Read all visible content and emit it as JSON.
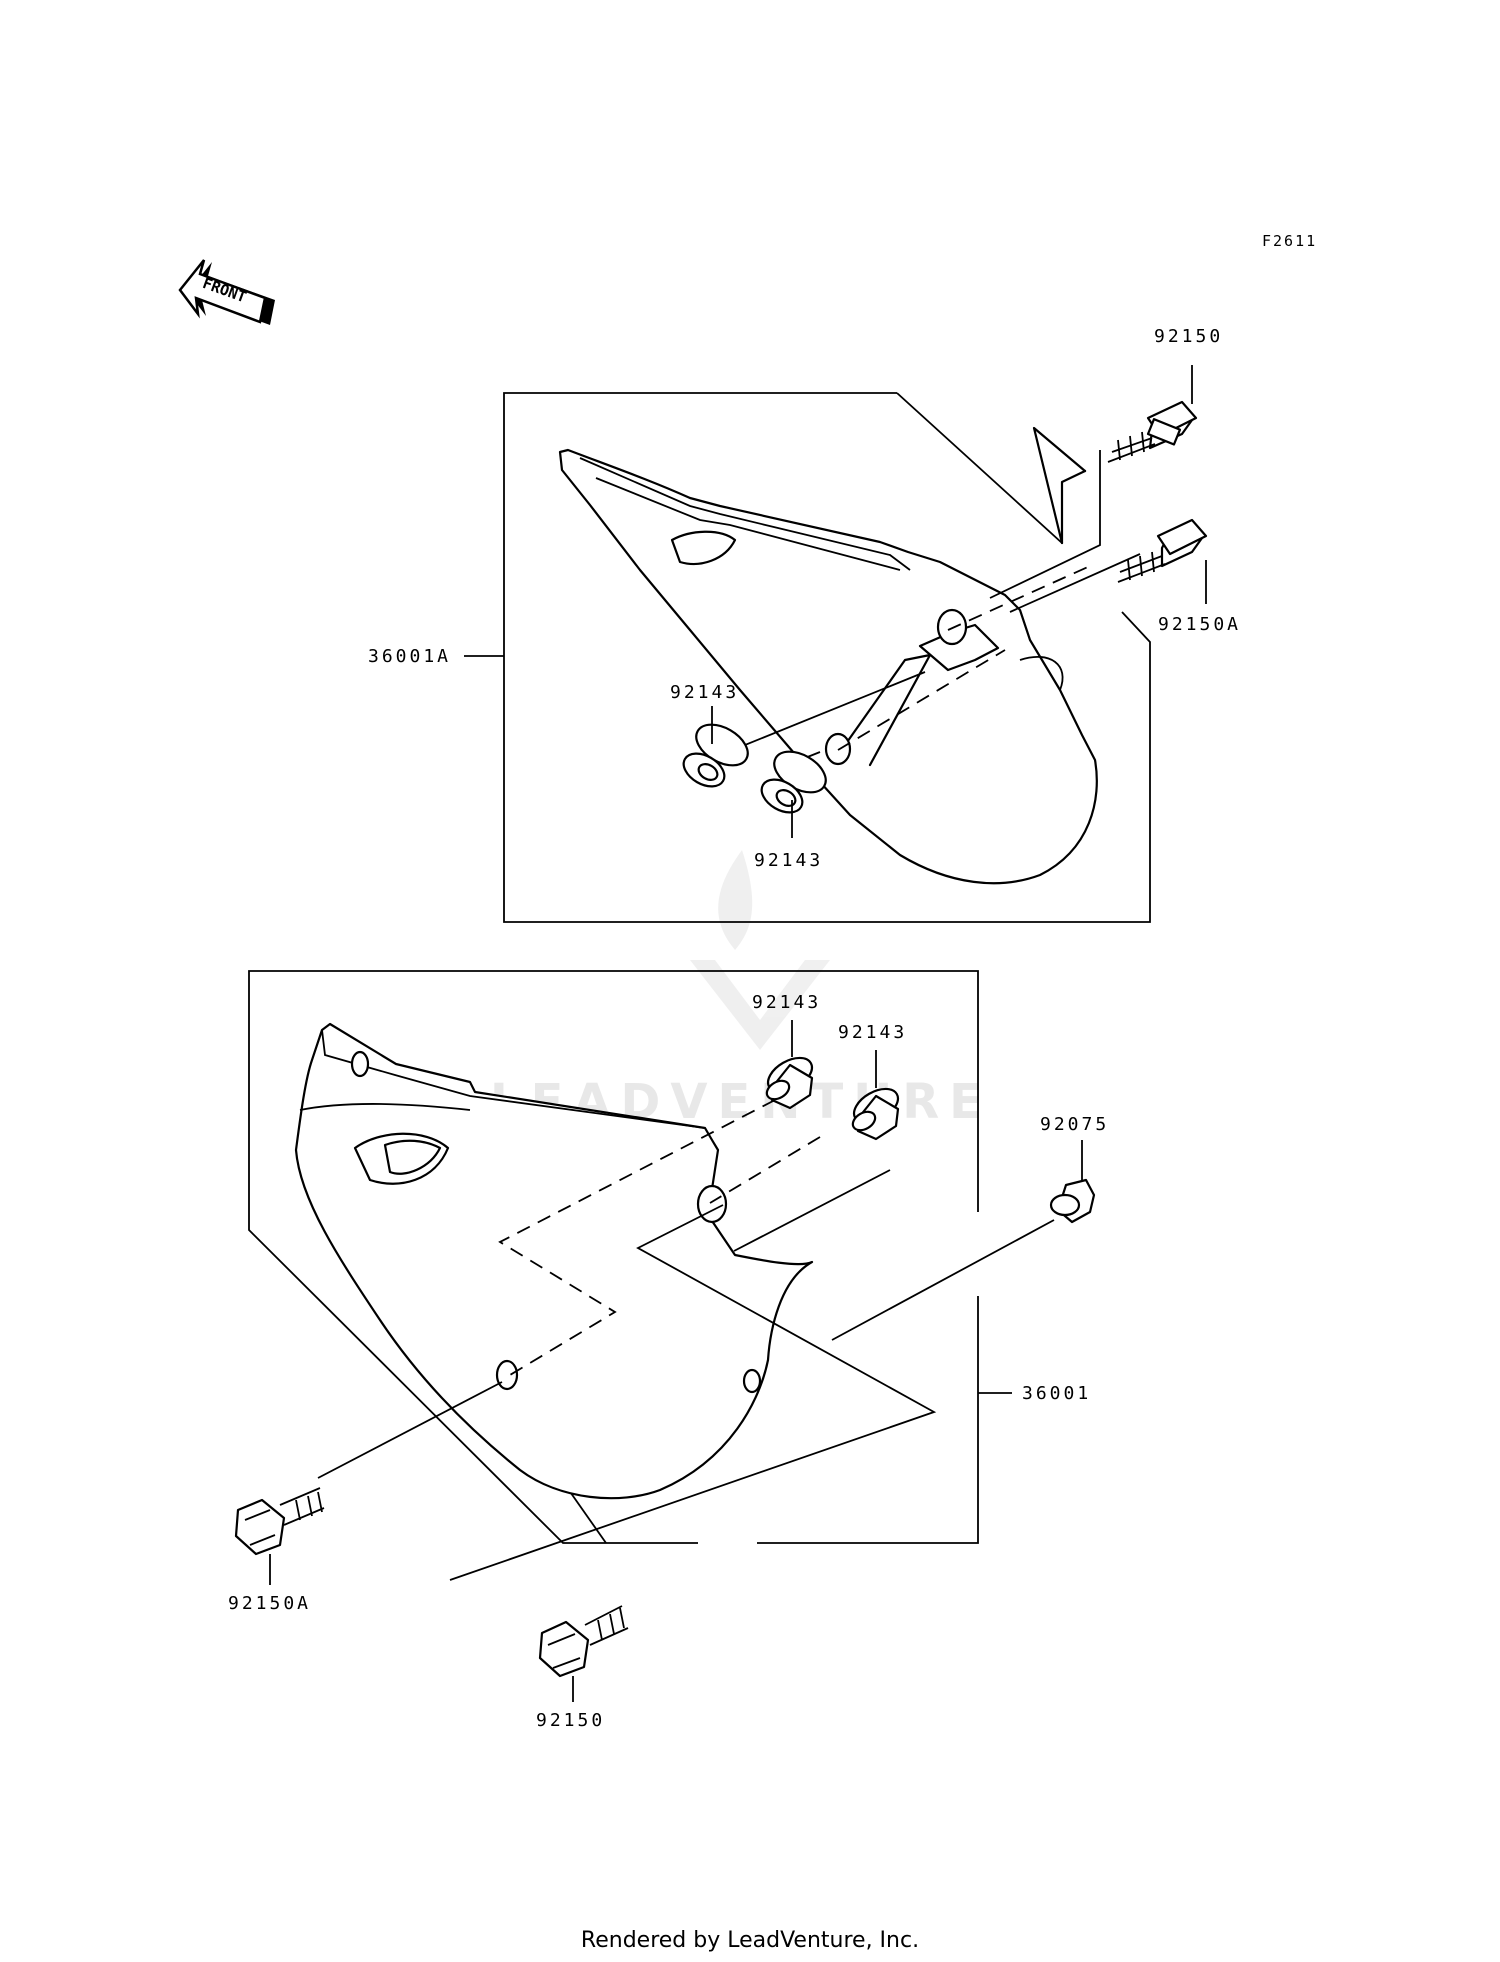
{
  "diagram": {
    "code": "F2611",
    "direction_label": "FRONT",
    "watermark_text": "LEADVENTURE",
    "footer": "Rendered by LeadVenture, Inc.",
    "callouts": {
      "upper_assembly": "36001A",
      "lower_assembly": "36001",
      "bolt_top": "92150",
      "bolt_top_a": "92150A",
      "grommet_upper_left": "92143",
      "grommet_upper_right": "92143",
      "grommet_lower_left": "92143",
      "grommet_lower_right": "92143",
      "cap": "92075",
      "bolt_lower_a": "92150A",
      "bolt_lower": "92150"
    }
  }
}
